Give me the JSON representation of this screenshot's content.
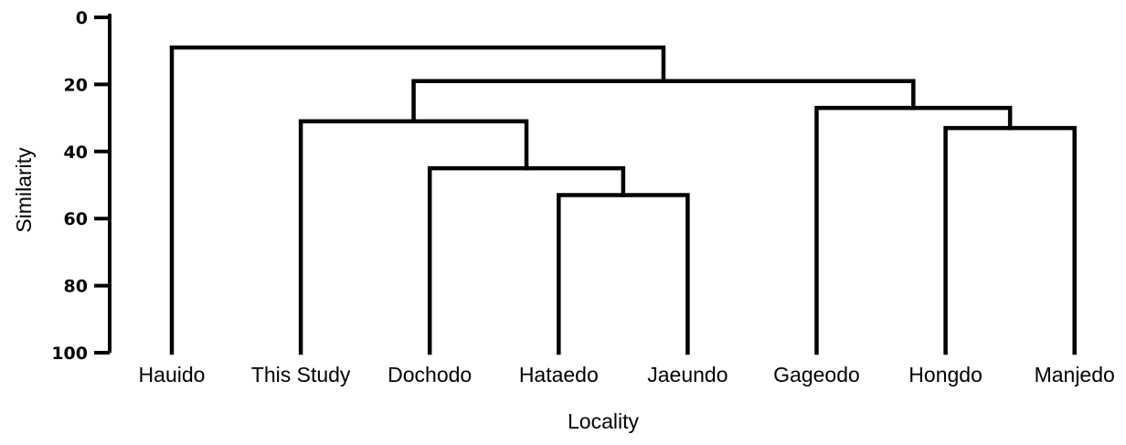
{
  "chart_data": {
    "type": "dendrogram",
    "xlabel": "Locality",
    "ylabel": "Similarity",
    "ylim": [
      0,
      100
    ],
    "y_ticks": [
      0,
      20,
      40,
      60,
      80,
      100
    ],
    "y_inverted": true,
    "leaves": [
      "Hauido",
      "This Study",
      "Dochodo",
      "Hataedo",
      "Jaeundo",
      "Gageodo",
      "Hongdo",
      "Manjedo"
    ],
    "merges": [
      {
        "left": "Hataedo",
        "right": "Jaeundo",
        "similarity": 53
      },
      {
        "left": "Dochodo",
        "right": "Hataedo+Jaeundo",
        "similarity": 45
      },
      {
        "left": "This Study",
        "right": "Dochodo+Hataedo+Jaeundo",
        "similarity": 31
      },
      {
        "left": "Hongdo",
        "right": "Manjedo",
        "similarity": 33
      },
      {
        "left": "Gageodo",
        "right": "Hongdo+Manjedo",
        "similarity": 27
      },
      {
        "left": "This Study+Dochodo+Hataedo+Jaeundo",
        "right": "Gageodo+Hongdo+Manjedo",
        "similarity": 19
      },
      {
        "left": "Hauido",
        "right": "all others",
        "similarity": 9
      }
    ]
  }
}
